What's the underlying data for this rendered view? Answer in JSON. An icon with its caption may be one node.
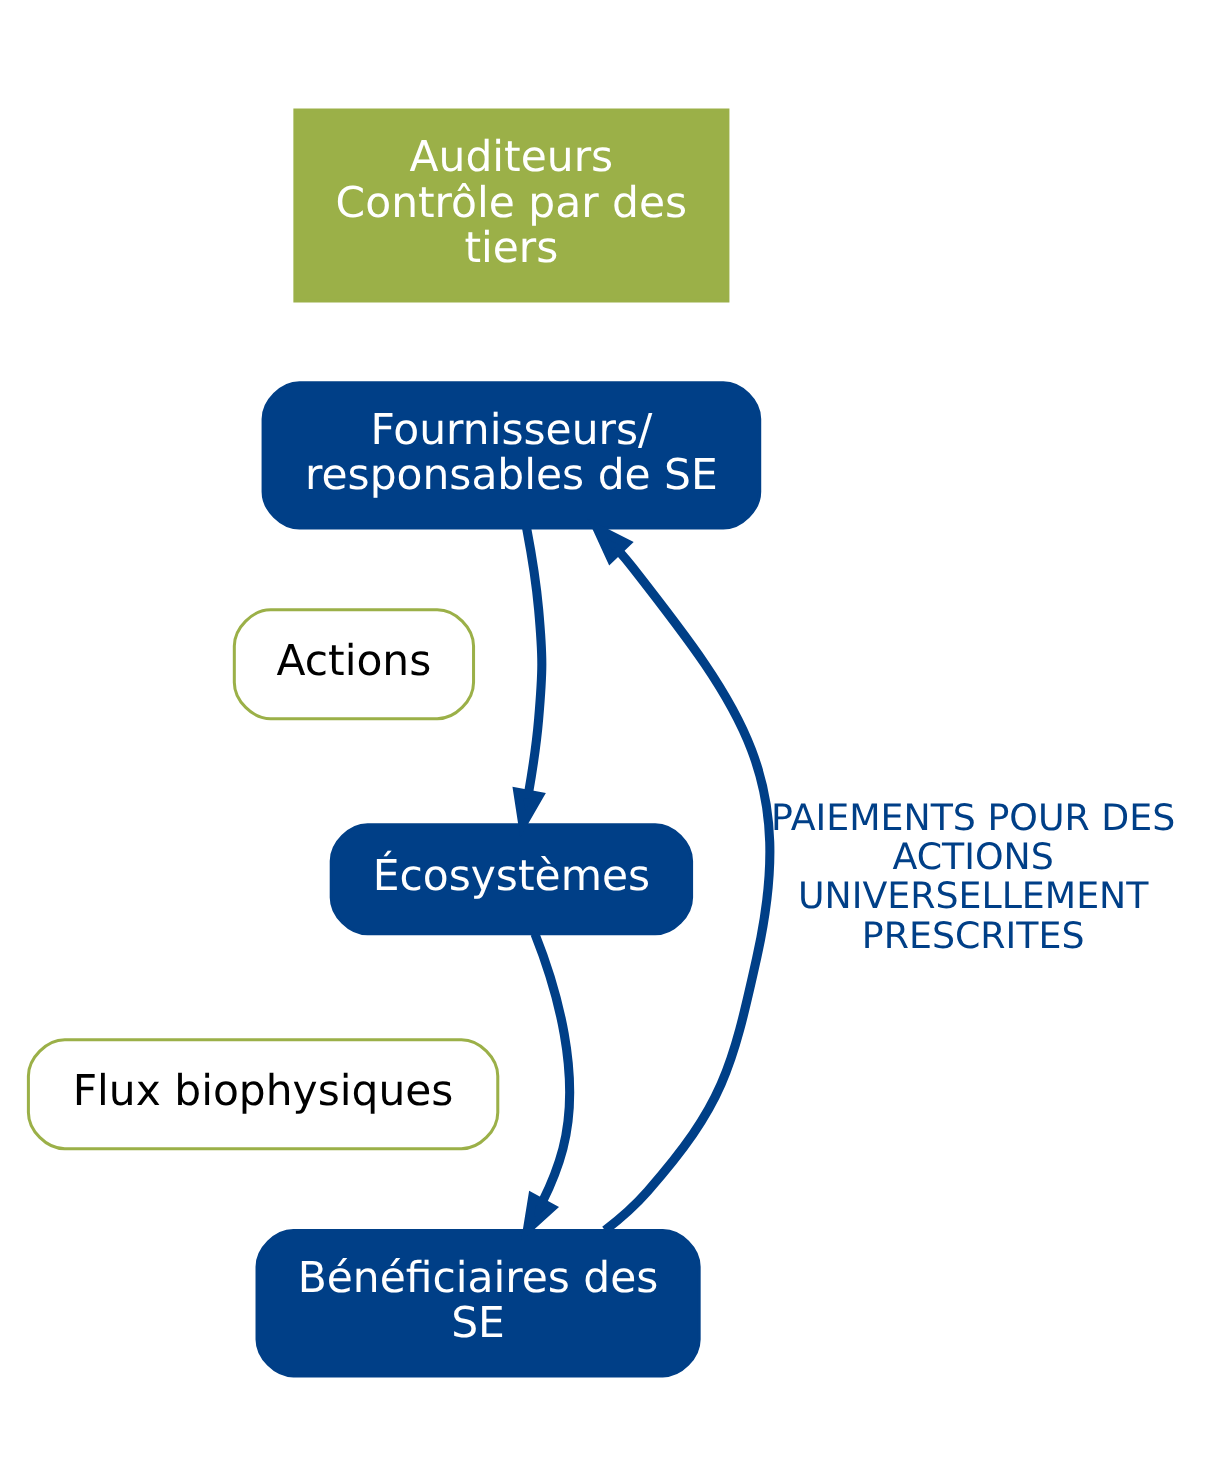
{
  "diagram": {
    "nodes": [
      {
        "text": [
          "Auditeurs",
          "Contrôle par des tiers"
        ]
      },
      {
        "text": [
          "Fournisseurs/ responsables de SE"
        ]
      },
      {
        "text": [
          "Actions"
        ]
      },
      {
        "text": [
          "Écosystèmes"
        ]
      },
      {
        "text": [
          "Flux biophysiques"
        ]
      },
      {
        "text": [
          "Bénéficiaires des SE"
        ]
      }
    ],
    "edges": [
      {
        "from": 1,
        "to": 3,
        "arrow": "to"
      },
      {
        "from": 3,
        "to": 5,
        "arrow": "to"
      },
      {
        "from": 5,
        "to": 1,
        "arrow": "to",
        "label": "PAIEMENTS POUR DES ACTIONS UNIVERSELLEMENT PRESCRITES"
      }
    ]
  }
}
